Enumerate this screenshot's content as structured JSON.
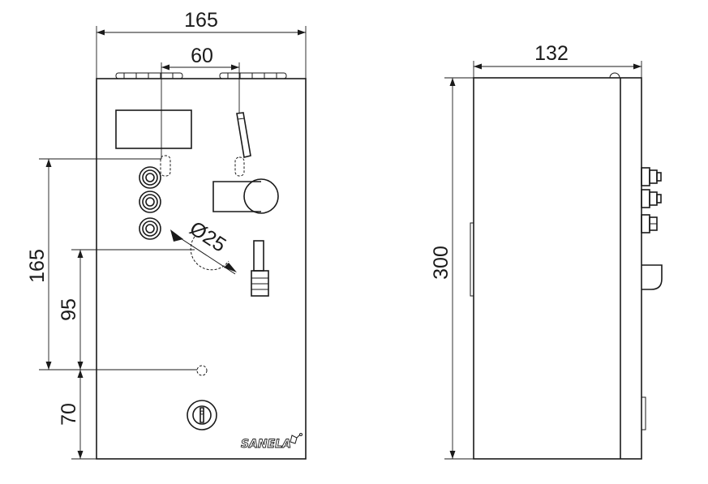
{
  "dimensions": {
    "front_width": "165",
    "valve_spacing": "60",
    "front_height_to_connection": "165",
    "height_to_hole": "95",
    "key_height": "70",
    "hole_diameter": "Ø25",
    "depth": "132",
    "total_height": "300"
  },
  "brand": {
    "logo_text": "SANELA"
  }
}
